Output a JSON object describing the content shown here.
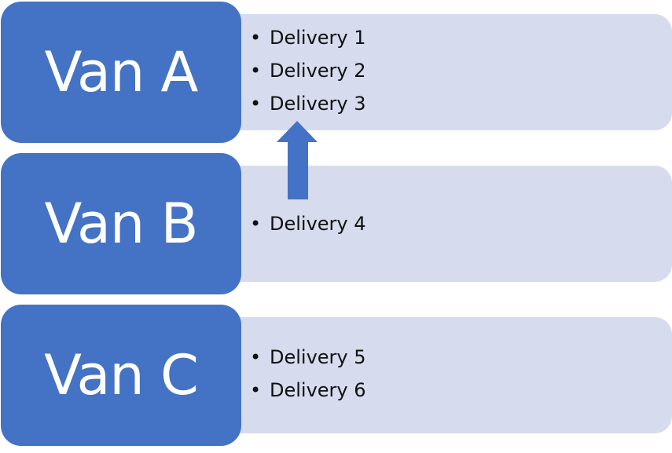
{
  "colors": {
    "van_fill": "#4472c4",
    "panel_fill": "#d6dbed",
    "arrow_fill": "#4472c4",
    "van_text": "#ffffff",
    "list_text": "#111111"
  },
  "bullet_symbol": "•",
  "vans": [
    {
      "label": "Van A",
      "deliveries": [
        "Delivery 1",
        "Delivery 2",
        "Delivery 3"
      ]
    },
    {
      "label": "Van B",
      "deliveries": [
        "Delivery 4"
      ]
    },
    {
      "label": "Van C",
      "deliveries": [
        "Delivery 5",
        "Delivery 6"
      ]
    }
  ],
  "arrow": {
    "from": "Van B",
    "to": "Van A",
    "direction": "up"
  }
}
